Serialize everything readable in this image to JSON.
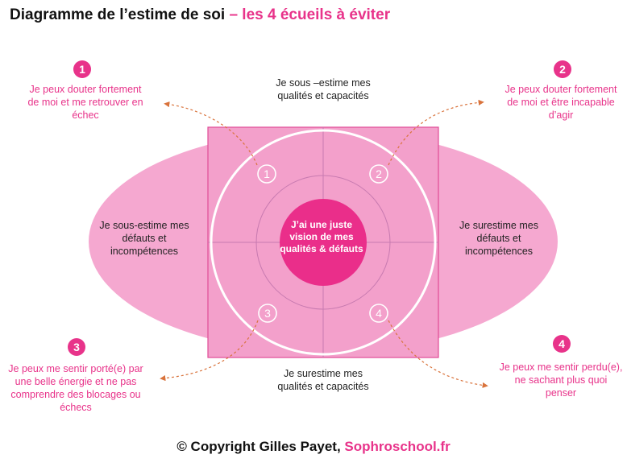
{
  "header": {
    "title_main": "Diagramme de l’estime de soi",
    "title_accent": " – les 4 écueils à éviter"
  },
  "center": {
    "text": "J’ai une juste vision de mes qualités & défauts"
  },
  "axis_labels": {
    "top": "Je sous –estime mes qualités et capacités",
    "bottom": "Je surestime mes qualités et capacités",
    "left": "Je sous-estime mes défauts et incompétences",
    "right": "Je surestime mes défauts et incompétences"
  },
  "quadrant_numbers": [
    "1",
    "2",
    "3",
    "4"
  ],
  "pitfalls": [
    {
      "number": "1",
      "text": "Je peux douter fortement de moi et me retrouver en échec"
    },
    {
      "number": "2",
      "text": "Je peux douter fortement de moi et être incapable d’agir"
    },
    {
      "number": "3",
      "text": "Je peux me sentir porté(e) par une belle énergie et ne pas comprendre des blocages ou échecs"
    },
    {
      "number": "4",
      "text": "Je peux me sentir perdu(e), ne sachant plus quoi penser"
    }
  ],
  "footer": {
    "copyright": "© Copyright",
    "author": " Gilles Payet, ",
    "site": "Sophroschool.fr"
  },
  "colors": {
    "accent": "#e8338a",
    "ellipse": "#f5a8d0",
    "square": "#f3a0cb",
    "center": "#ea2e8a",
    "arrow": "#d9733c"
  }
}
